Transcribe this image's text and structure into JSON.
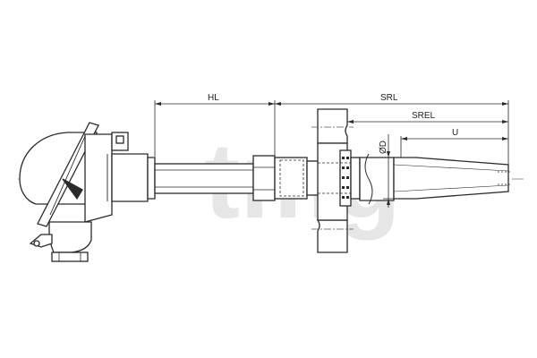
{
  "diagram": {
    "labels": {
      "hl": "HL",
      "srl": "SRL",
      "srel": "SREL",
      "u": "U",
      "od": "ØD"
    },
    "watermark": "tmg",
    "colors": {
      "line": "#2a2a2a",
      "body": "#ffffff",
      "center": "#777777",
      "watermark": "#e6e6e6"
    }
  }
}
